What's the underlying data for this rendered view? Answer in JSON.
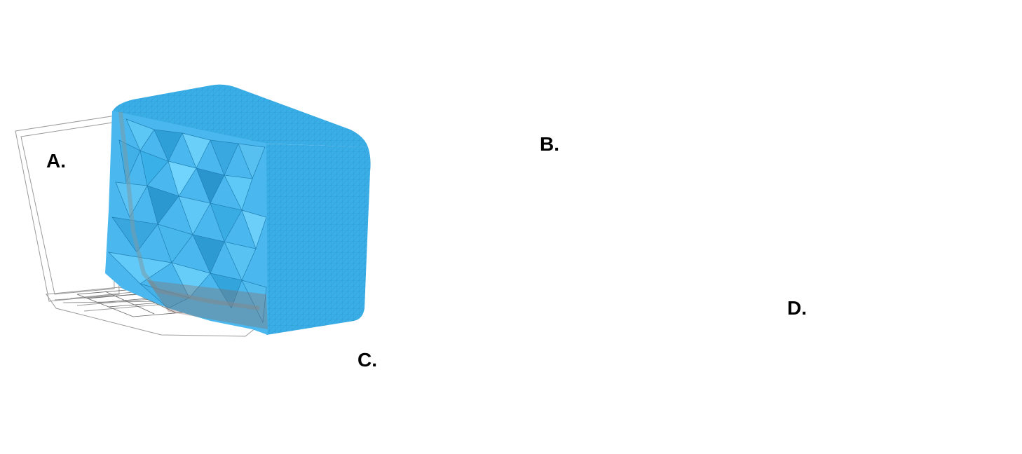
{
  "panels": {
    "a": {
      "label": "A."
    },
    "b": {
      "label": "B."
    },
    "c": {
      "label": "C."
    },
    "d": {
      "label": "D."
    }
  },
  "colors": {
    "mesh_blue": "#3aaee6",
    "mesh_red": "#ff0000",
    "callout_green": "#1f9a4a",
    "rib_green": "#4a8a5a",
    "outline_orange": "#f0a040",
    "wire_gray": "#9a9a9a"
  },
  "icons": [
    "crosshair-icon"
  ]
}
